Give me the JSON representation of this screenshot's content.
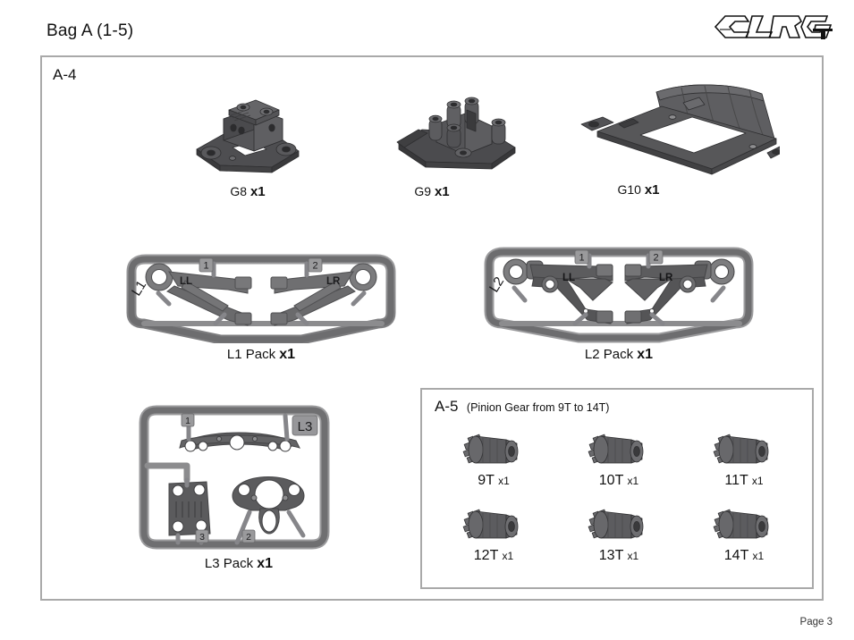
{
  "header": {
    "bag_title": "Bag A (1-5)",
    "logo_text": "GLRG",
    "logo_suffix": "GT"
  },
  "section_a4": {
    "label": "A-4",
    "g_parts": [
      {
        "id": "g8",
        "name": "G8",
        "qty": "x1",
        "icon": "bulkhead-mount-part"
      },
      {
        "id": "g9",
        "name": "G9",
        "qty": "x1",
        "icon": "gearbox-brace-part"
      },
      {
        "id": "g10",
        "name": "G10",
        "qty": "x1",
        "icon": "skid-plate-part"
      }
    ],
    "sprues": [
      {
        "id": "l1",
        "caption_name": "L1 Pack",
        "caption_qty": "x1",
        "sprue_code": "L1",
        "gate_numbers": [
          "1",
          "2"
        ],
        "part_marks": [
          "LL",
          "LR"
        ]
      },
      {
        "id": "l2",
        "caption_name": "L2 Pack",
        "caption_qty": "x1",
        "sprue_code": "L2",
        "gate_numbers": [
          "1",
          "2"
        ],
        "part_marks": [
          "LL",
          "LR"
        ]
      },
      {
        "id": "l3",
        "caption_name": "L3 Pack",
        "caption_qty": "x1",
        "sprue_code": "L3",
        "gate_numbers": [
          "1",
          "2",
          "3"
        ],
        "part_marks": []
      }
    ]
  },
  "section_a5": {
    "label": "A-5",
    "sublabel": "(Pinion Gear from 9T to 14T)",
    "pinions": [
      {
        "teeth": "9T",
        "qty": "x1"
      },
      {
        "teeth": "10T",
        "qty": "x1"
      },
      {
        "teeth": "11T",
        "qty": "x1"
      },
      {
        "teeth": "12T",
        "qty": "x1"
      },
      {
        "teeth": "13T",
        "qty": "x1"
      },
      {
        "teeth": "14T",
        "qty": "x1"
      }
    ]
  },
  "footer": {
    "page_label": "Page 3"
  },
  "colors": {
    "border": "#a9a9a9",
    "part_dark": "#4a4a4d",
    "part_mid": "#5d5d60",
    "part_light": "#7b7b7e",
    "sprue_gray": "#8d8d8f",
    "sprue_dark": "#636366",
    "text": "#111111"
  }
}
